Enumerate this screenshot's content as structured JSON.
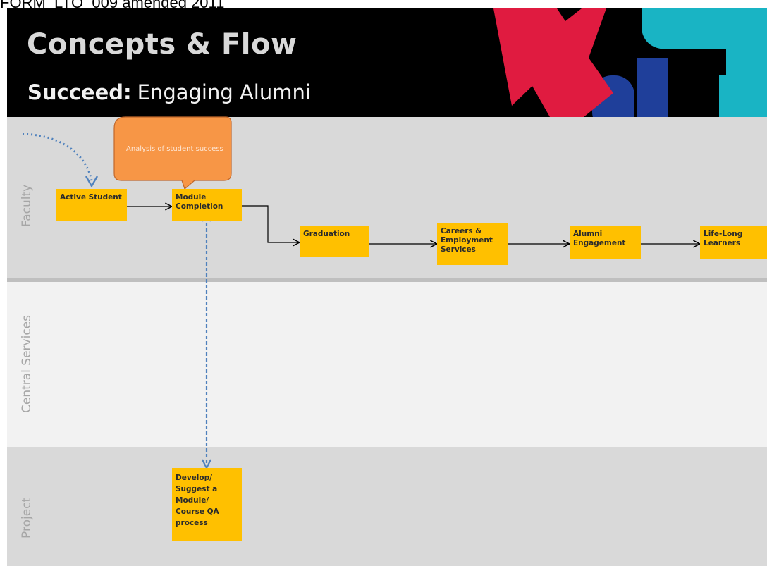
{
  "top_caption": "FORM_LTQ_009 amended 2011",
  "header": {
    "title": "Concepts & Flow",
    "subtitle_lead": "Succeed:",
    "subtitle_rest": "Engaging Alumni"
  },
  "lanes": {
    "faculty": "Faculty",
    "central": "Central Services",
    "project": "Project"
  },
  "callout": "Analysis of student success",
  "steps": {
    "active_student": "Active Student",
    "module_completion": "Module Completion",
    "graduation": "Graduation",
    "careers": "Careers & Employment Services",
    "alumni": "Alumni Engagement",
    "lifelong": "Life-Long Learners",
    "develop_qa": "Develop/ Suggest a Module/ Course QA process"
  },
  "colors": {
    "step_fill": "#ffc000",
    "callout_fill": "#f79646",
    "dashed_arrow": "#4f81bd",
    "faculty_lane": "#d9d9d9",
    "central_lane": "#f2f2f2",
    "header_bg": "#000000"
  }
}
